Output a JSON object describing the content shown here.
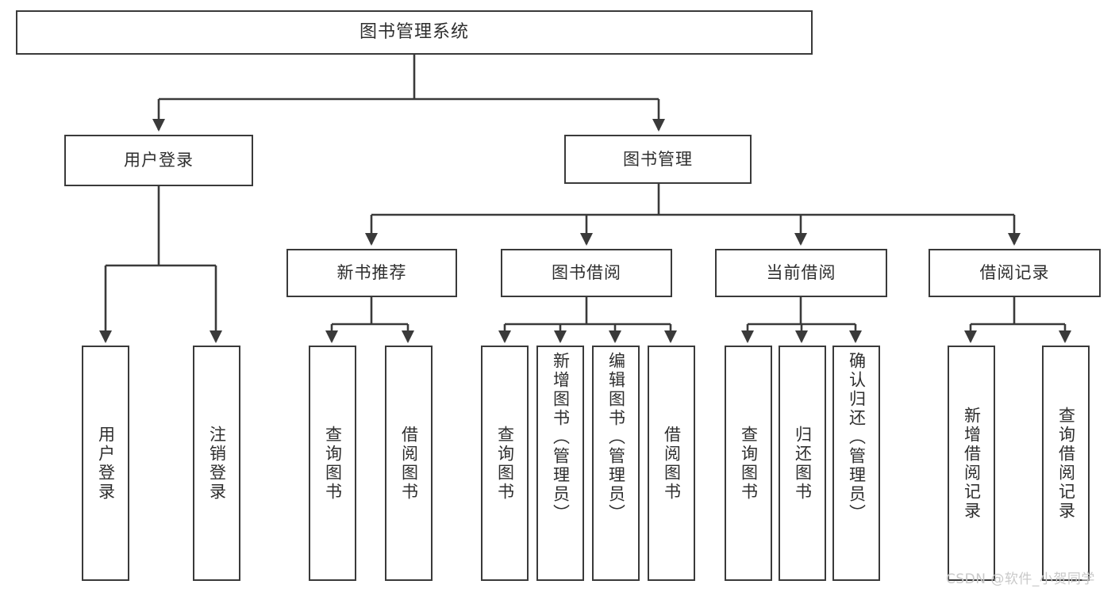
{
  "diagram": {
    "title": "图书管理系统",
    "watermark": "CSDN @软件_小贺同学",
    "colors": {
      "stroke": "#3a3a3a",
      "text": "#2e2e2e",
      "background": "#ffffff",
      "watermark": "#c9c9c9"
    },
    "levels": {
      "root": {
        "label": "图书管理系统"
      },
      "level2": [
        {
          "label": "用户登录"
        },
        {
          "label": "图书管理"
        }
      ],
      "level3": [
        {
          "label": "新书推荐"
        },
        {
          "label": "图书借阅"
        },
        {
          "label": "当前借阅"
        },
        {
          "label": "借阅记录"
        }
      ],
      "leaves": {
        "user_login": [
          {
            "label": "用户登录"
          },
          {
            "label": "注销登录"
          }
        ],
        "new_book_recommend": [
          {
            "label": "查询图书"
          },
          {
            "label": "借阅图书"
          }
        ],
        "book_borrow": [
          {
            "label": "查询图书"
          },
          {
            "label": "新增图书（管理员）"
          },
          {
            "label": "编辑图书（管理员）"
          },
          {
            "label": "借阅图书"
          }
        ],
        "current_borrow": [
          {
            "label": "查询图书"
          },
          {
            "label": "归还图书"
          },
          {
            "label": "确认归还（管理员）"
          }
        ],
        "borrow_record": [
          {
            "label": "新增借阅记录"
          },
          {
            "label": "查询借阅记录"
          }
        ]
      }
    }
  }
}
